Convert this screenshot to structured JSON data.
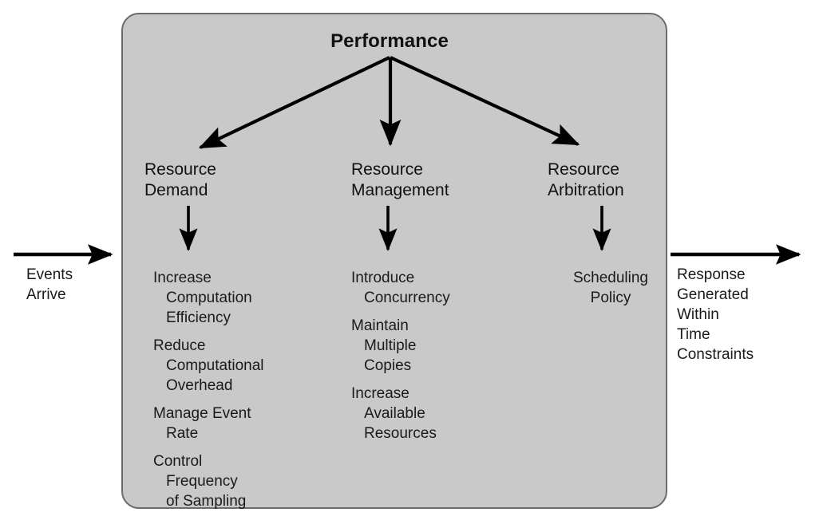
{
  "diagram": {
    "title": "Performance",
    "type": "tree-decomposition",
    "container_fill": "#c9c9c9",
    "container_stroke": "#6b6b6b",
    "line_color": "#000000",
    "text_color": "#1a1a1a",
    "columns": [
      {
        "id": "resource-demand",
        "header": "Resource\nDemand",
        "items": [
          "Increase\nComputation\nEfficiency",
          "Reduce\nComputational\nOverhead",
          "Manage Event\nRate",
          "Control\nFrequency\nof Sampling"
        ]
      },
      {
        "id": "resource-management",
        "header": "Resource\nManagement",
        "items": [
          "Introduce\nConcurrency",
          "Maintain\nMultiple\nCopies",
          "Increase\nAvailable\nResources"
        ]
      },
      {
        "id": "resource-arbitration",
        "header": "Resource\nArbitration",
        "items": [
          "Scheduling\nPolicy"
        ]
      }
    ],
    "input_caption": "Events\nArrive",
    "output_caption": "Response\nGenerated\nWithin\nTime\nConstraints"
  }
}
